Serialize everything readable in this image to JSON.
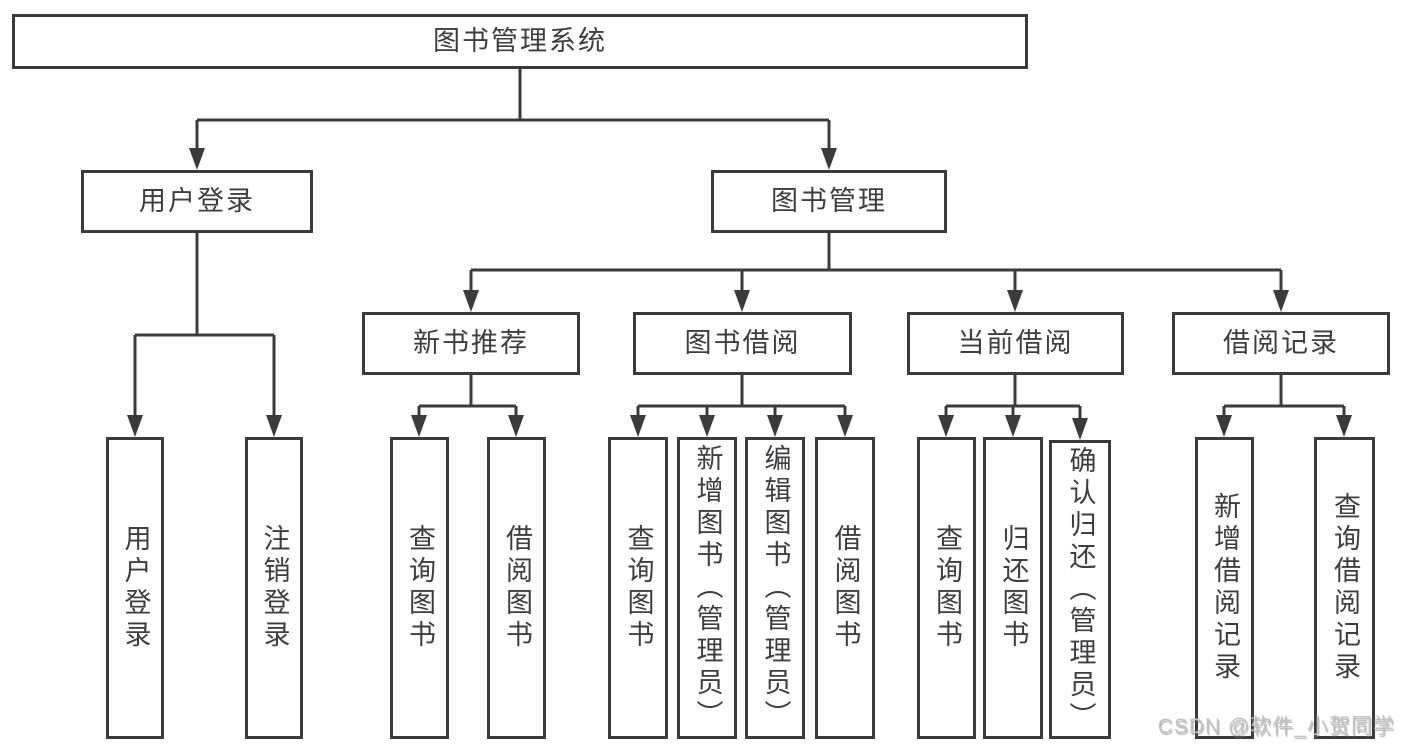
{
  "diagram": {
    "type": "hierarchy-tree",
    "colors": {
      "line": "#3b3b3b",
      "box_border": "#3b3b3b",
      "text": "#3d3d42",
      "background": "#ffffff",
      "watermark": "#c4c4c4"
    }
  },
  "tree": {
    "label": "图书管理系统",
    "children": [
      {
        "label": "用户登录",
        "children": [
          {
            "label": "用户登录"
          },
          {
            "label": "注销登录"
          }
        ]
      },
      {
        "label": "图书管理",
        "children": [
          {
            "label": "新书推荐",
            "children": [
              {
                "label": "查询图书"
              },
              {
                "label": "借阅图书"
              }
            ]
          },
          {
            "label": "图书借阅",
            "children": [
              {
                "label": "查询图书"
              },
              {
                "label": "新增图书（管理员）"
              },
              {
                "label": "编辑图书（管理员）"
              },
              {
                "label": "借阅图书"
              }
            ]
          },
          {
            "label": "当前借阅",
            "children": [
              {
                "label": "查询图书"
              },
              {
                "label": "归还图书"
              },
              {
                "label": "确认归还（管理员）"
              }
            ]
          },
          {
            "label": "借阅记录",
            "children": [
              {
                "label": "新增借阅记录"
              },
              {
                "label": "查询借阅记录"
              }
            ]
          }
        ]
      }
    ]
  },
  "watermark": {
    "text": "CSDN @软件_小贺同学"
  }
}
